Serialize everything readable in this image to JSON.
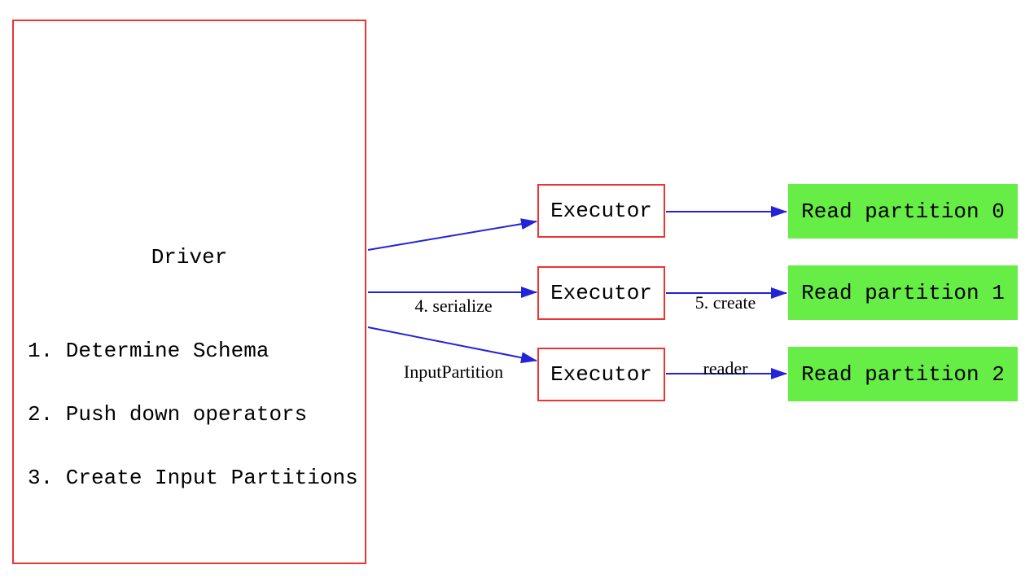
{
  "colors": {
    "box_border_red": "#ee3333",
    "arrow_blue": "#2323d8",
    "partition_green": "#66ed46",
    "text_color": "#000000",
    "background": "#ffffff"
  },
  "driver": {
    "title": "Driver",
    "steps": [
      "1. Determine Schema",
      "2. Push down operators",
      "3. Create Input Partitions"
    ]
  },
  "executors": {
    "labels": [
      "Executor",
      "Executor",
      "Executor"
    ]
  },
  "partitions": {
    "labels": [
      "Read partition 0",
      "Read partition 1",
      "Read partition 2"
    ]
  },
  "edge_labels": {
    "serialize": {
      "line1": "4. serialize",
      "line2": "InputPartition"
    },
    "create_reader": {
      "line1": "5. create",
      "line2": "reader"
    }
  }
}
